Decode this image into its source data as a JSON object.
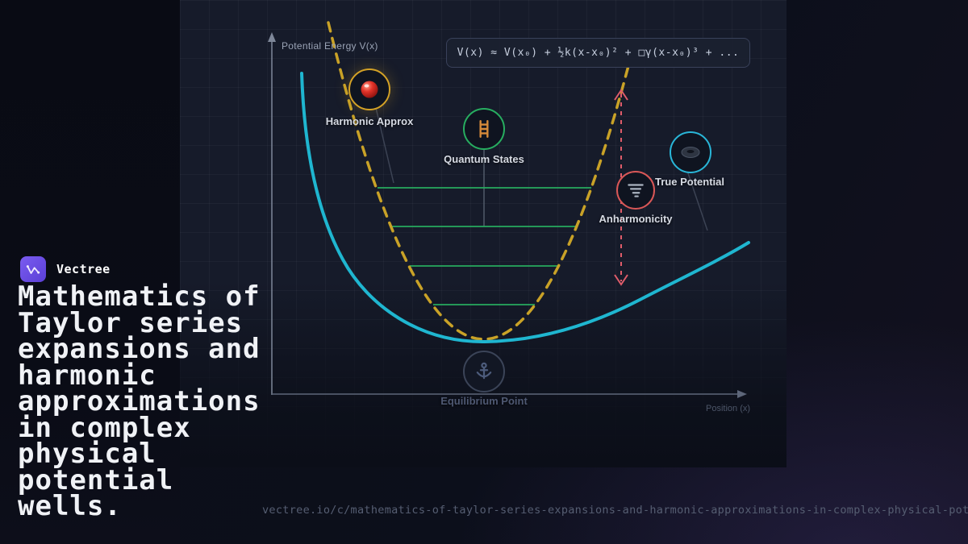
{
  "brand": {
    "name": "Vectree"
  },
  "headline_lines": [
    "Mathematics of",
    "Taylor series",
    "expansions and",
    "harmonic",
    "approximations",
    "in complex",
    "physical",
    "potential",
    "wells."
  ],
  "footer_url": "vectree.io/c/mathematics-of-taylor-series-expansions-and-harmonic-approximations-in-complex-physical-pot",
  "diagram": {
    "y_axis_label": "Potential Energy V(x)",
    "x_axis_label": "Position (x)",
    "formula": "V(x) ≈ V(x₀) + ½k(x-x₀)² + □γ(x-x₀)³ + ...",
    "nodes": {
      "harmonic": {
        "label": "Harmonic Approx",
        "icon": "red-ball-icon",
        "ring_color": "#d4a226"
      },
      "quantum": {
        "label": "Quantum States",
        "icon": "ladder-icon",
        "ring_color": "#27ae60"
      },
      "true_potential": {
        "label": "True Potential",
        "icon": "dark-ring-icon",
        "ring_color": "#29b6d8"
      },
      "anharmonicity": {
        "label": "Anharmonicity",
        "icon": "tornado-icon",
        "ring_color": "#d95757"
      },
      "equilibrium": {
        "label": "Equilibrium Point",
        "icon": "anchor-icon",
        "ring_color": "#3b4458"
      }
    },
    "colors": {
      "true_potential_curve": "#1fb6d0",
      "harmonic_approx_curve": "#c9a227",
      "energy_levels": "#27ae60",
      "anharmonicity_arrow": "#e05c6a"
    },
    "energy_level_count": 4
  }
}
